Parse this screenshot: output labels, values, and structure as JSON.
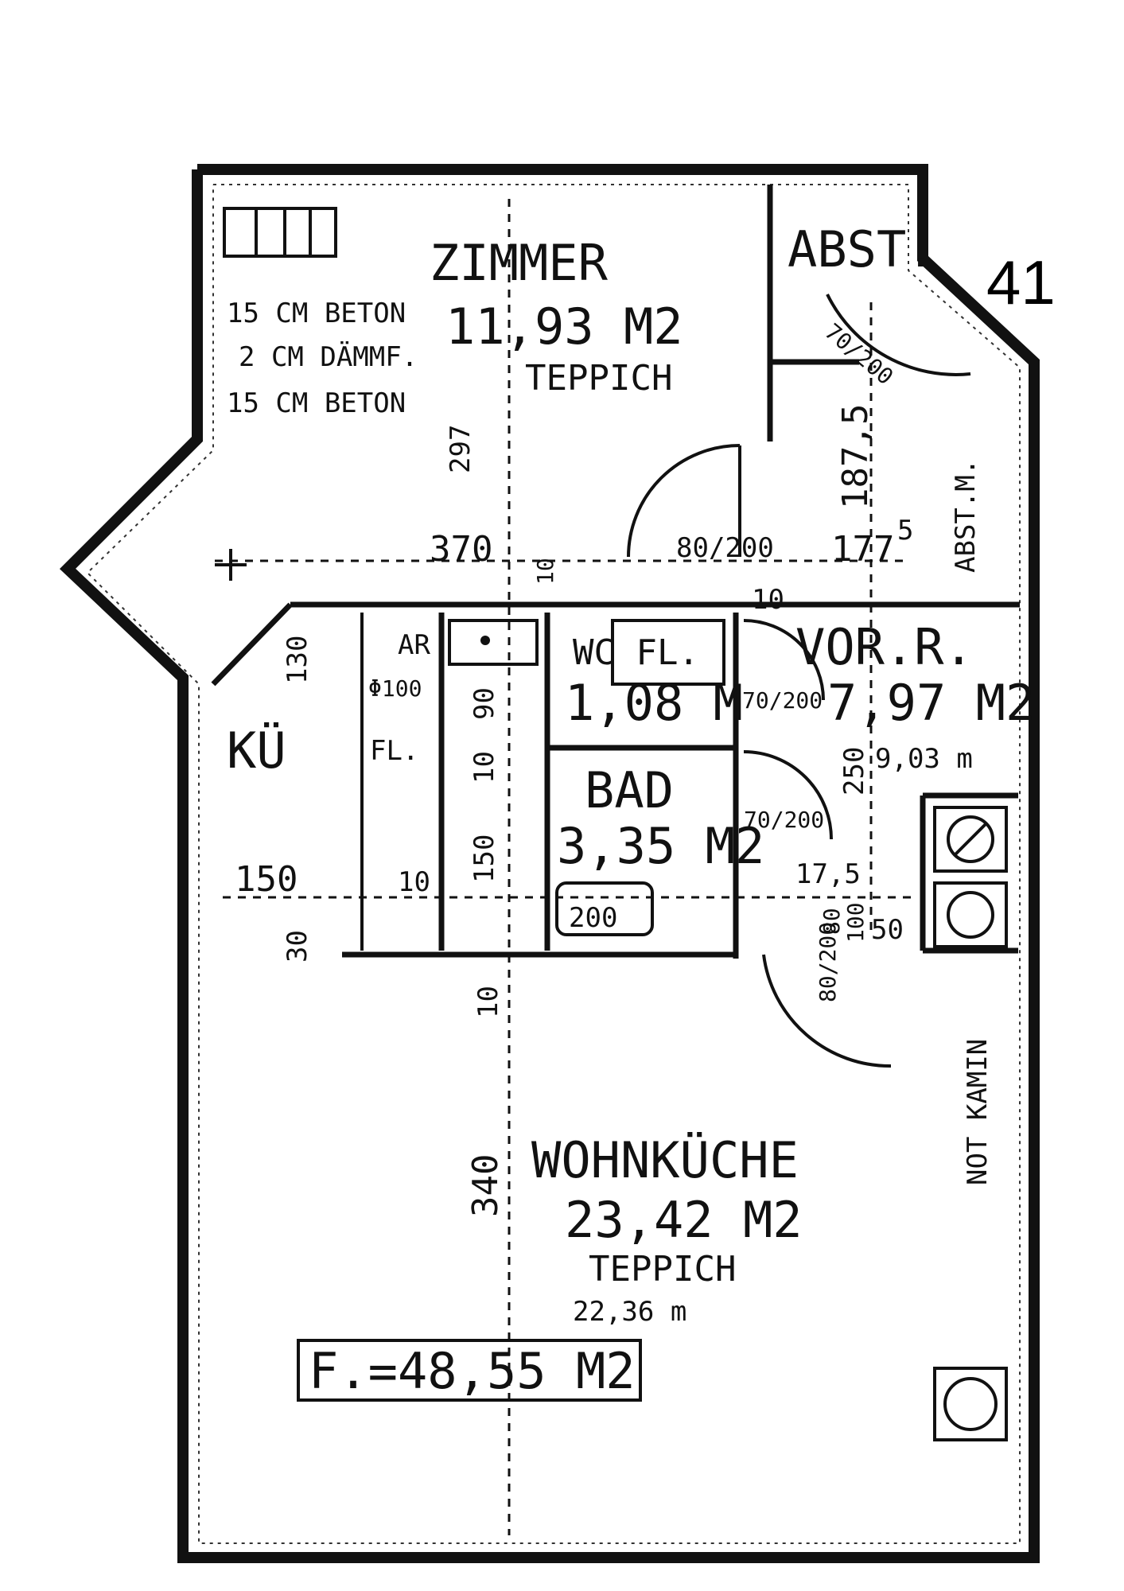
{
  "plan": {
    "unit_number": "41",
    "total_area": "F.=48,55 M2",
    "wall_notes": [
      "15 CM BETON",
      "2 CM DÄMMF.",
      "15 CM BETON"
    ],
    "rooms": {
      "zimmer": {
        "name": "ZIMMER",
        "area": "11,93 M2",
        "floor": "TEPPICH"
      },
      "abst": {
        "name": "ABST.",
        "extra": "ABST.M."
      },
      "vorraum": {
        "name": "VOR.R.",
        "area": "7,97 M2",
        "perimeter": "9,03 m"
      },
      "wc": {
        "name": "WC FL.",
        "area": "1,08 M"
      },
      "bad": {
        "name": "BAD",
        "area": "3,35 M2"
      },
      "ku": {
        "name": "KÜ",
        "ar": "AR",
        "ar_dim": "Φ100",
        "fl": "FL."
      },
      "wohnkueche": {
        "name": "WOHNKÜCHE",
        "area": "23,42 M2",
        "floor": "TEPPICH",
        "perimeter": "22,36 m"
      }
    },
    "labels": {
      "not_kamin": "NOT KAMIN",
      "tub": "200"
    },
    "dimensions": {
      "d_297": "297",
      "d_370": "370",
      "d_10a": "10",
      "d_177": "177",
      "d_5a": "5",
      "d_1875": "187,5",
      "d_10b": "10",
      "d_130": "130",
      "d_90": "90",
      "d_10c": "10",
      "d_150": "150",
      "d_150b": "150",
      "d_10d": "10",
      "d_30": "30",
      "d_10e": "10",
      "d_340": "340",
      "d_250": "250",
      "d_175": "17,5",
      "d_80": "80",
      "d_100": "100",
      "d_50": "50",
      "door_zimmer": "80/200",
      "door_wc": "70/200",
      "door_bad": "70/200",
      "door_abst": "70/200",
      "door_bath_lower": "80/200"
    }
  }
}
